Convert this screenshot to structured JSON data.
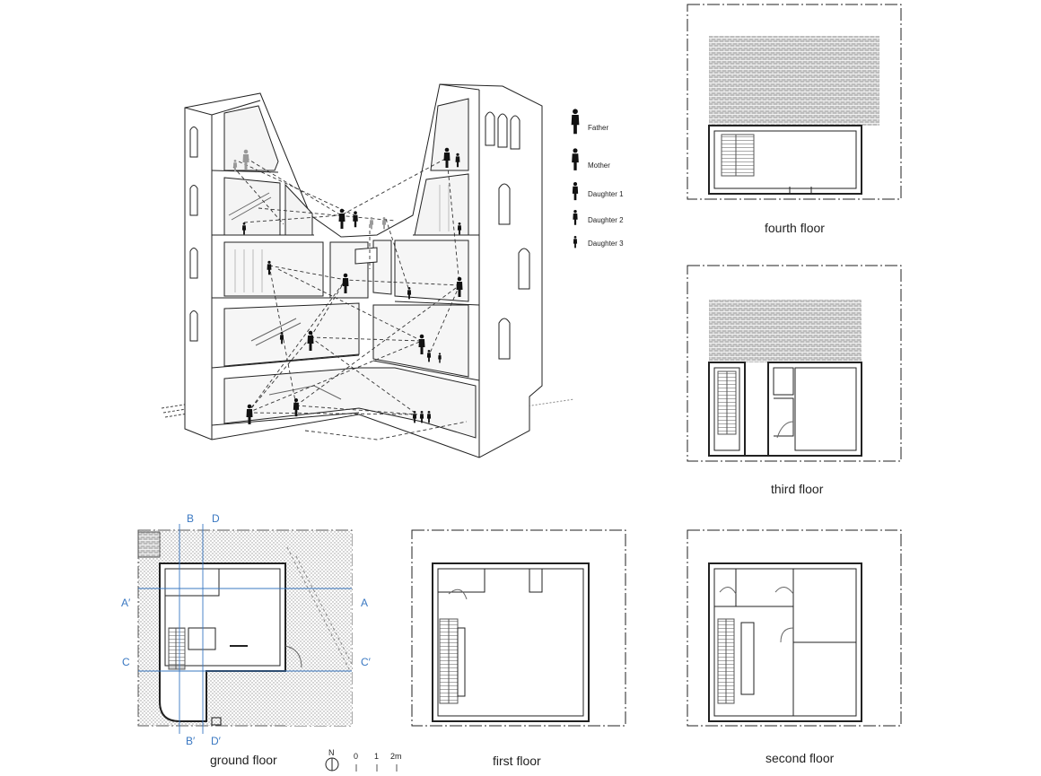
{
  "legend": {
    "items": [
      {
        "label": "Father"
      },
      {
        "label": "Mother"
      },
      {
        "label": "Daughter 1"
      },
      {
        "label": "Daughter 2"
      },
      {
        "label": "Daughter 3"
      }
    ]
  },
  "captions": {
    "fourth": "fourth floor",
    "third": "third floor",
    "second": "second floor",
    "first": "first floor",
    "ground": "ground floor"
  },
  "section_markers": {
    "b_top": "B",
    "d_top": "D",
    "b_bottom": "B′",
    "d_bottom": "D′",
    "a_left": "A′",
    "a_right": "A",
    "c_left": "C",
    "c_right": "C′"
  },
  "scale": {
    "north": "N",
    "zero": "0",
    "one": "1",
    "two": "2m"
  },
  "colors": {
    "ink": "#222222",
    "section_blue": "#3a78c2",
    "hatch": "#9a9a9a"
  }
}
